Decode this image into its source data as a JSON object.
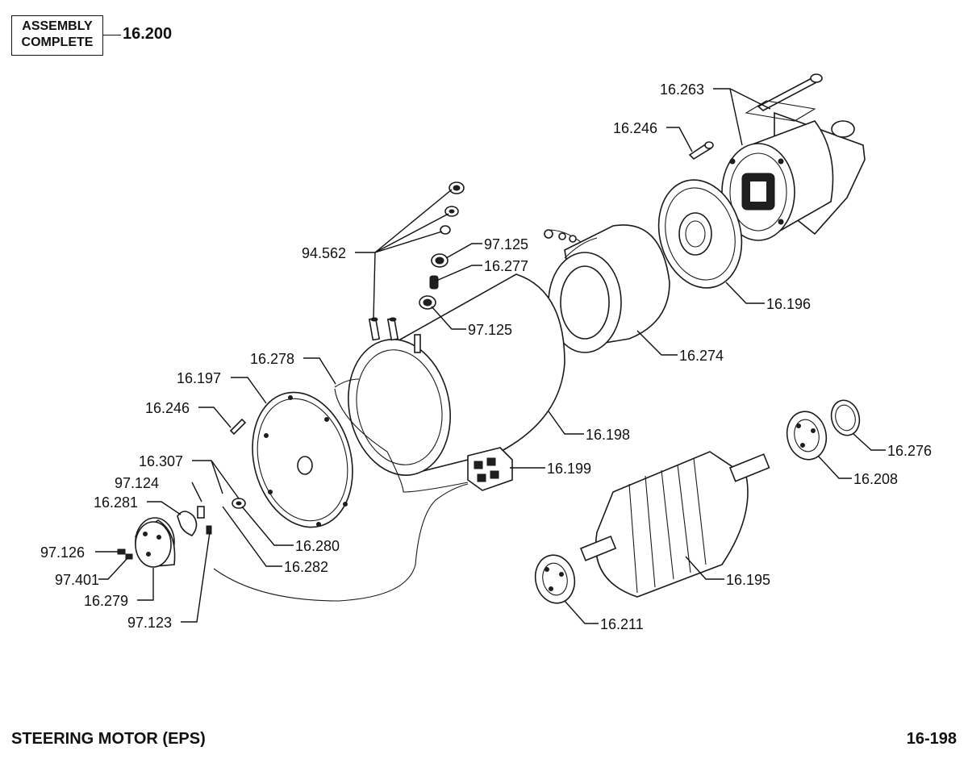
{
  "assembly": {
    "line1": "ASSEMBLY",
    "line2": "COMPLETE",
    "number": "16.200"
  },
  "footer": {
    "title": "STEERING MOTOR (EPS)",
    "page": "16-198"
  },
  "callouts": {
    "c16263": "16.263",
    "c16246a": "16.246",
    "c94562": "94.562",
    "c97125a": "97.125",
    "c16277": "16.277",
    "c97125b": "97.125",
    "c16196": "16.196",
    "c16274": "16.274",
    "c16278": "16.278",
    "c16197": "16.197",
    "c16246b": "16.246",
    "c16198": "16.198",
    "c16199": "16.199",
    "c16276": "16.276",
    "c16208": "16.208",
    "c16307": "16.307",
    "c97124": "97.124",
    "c16281": "16.281",
    "c16280": "16.280",
    "c97126": "97.126",
    "c16282": "16.282",
    "c97401": "97.401",
    "c16279": "16.279",
    "c97123": "97.123",
    "c16195": "16.195",
    "c16211": "16.211"
  }
}
